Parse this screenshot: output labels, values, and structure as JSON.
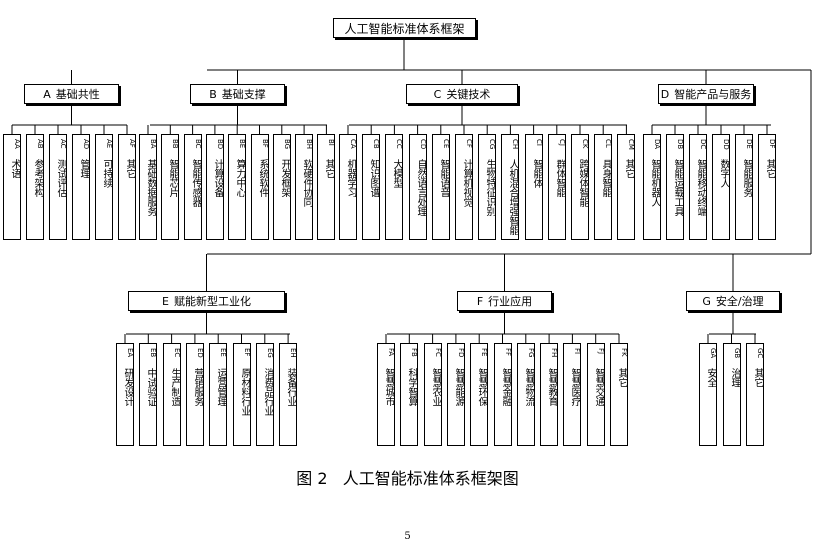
{
  "root": {
    "label": "人工智能标准体系框架"
  },
  "row1": [
    {
      "code": "A",
      "label": "基础共性",
      "children": [
        {
          "code": "AA",
          "label": "术语"
        },
        {
          "code": "AB",
          "label": "参考架构"
        },
        {
          "code": "AC",
          "label": "测试评估"
        },
        {
          "code": "AD",
          "label": "管理"
        },
        {
          "code": "AE",
          "label": "可持续"
        },
        {
          "code": "AF",
          "label": "其它"
        }
      ]
    },
    {
      "code": "B",
      "label": "基础支撑",
      "children": [
        {
          "code": "BA",
          "label": "基础数据服务"
        },
        {
          "code": "BB",
          "label": "智能芯片"
        },
        {
          "code": "BC",
          "label": "智能传感器"
        },
        {
          "code": "BD",
          "label": "计算设备"
        },
        {
          "code": "BE",
          "label": "算力中心"
        },
        {
          "code": "BF",
          "label": "系统软件"
        },
        {
          "code": "BG",
          "label": "开发框架"
        },
        {
          "code": "BH",
          "label": "软硬件协同"
        },
        {
          "code": "BI",
          "label": "其它"
        }
      ]
    },
    {
      "code": "C",
      "label": "关键技术",
      "children": [
        {
          "code": "CA",
          "label": "机器学习"
        },
        {
          "code": "CB",
          "label": "知识图谱"
        },
        {
          "code": "CC",
          "label": "大模型"
        },
        {
          "code": "CD",
          "label": "自然语言处理"
        },
        {
          "code": "CE",
          "label": "智能语音"
        },
        {
          "code": "CF",
          "label": "计算机视觉"
        },
        {
          "code": "CG",
          "label": "生物特征识别"
        },
        {
          "code": "CH",
          "label": "人机混合增强智能"
        },
        {
          "code": "CI",
          "label": "智能体"
        },
        {
          "code": "CJ",
          "label": "群体智能"
        },
        {
          "code": "CK",
          "label": "跨媒体智能"
        },
        {
          "code": "CL",
          "label": "具身智能"
        },
        {
          "code": "CM",
          "label": "其它"
        }
      ]
    },
    {
      "code": "D",
      "label": "智能产品与服务",
      "children": [
        {
          "code": "DA",
          "label": "智能机器人"
        },
        {
          "code": "DB",
          "label": "智能运载工具"
        },
        {
          "code": "DC",
          "label": "智能移动终端"
        },
        {
          "code": "DD",
          "label": "数字人"
        },
        {
          "code": "DE",
          "label": "智能服务"
        },
        {
          "code": "DF",
          "label": "其它"
        }
      ]
    }
  ],
  "row2": [
    {
      "code": "E",
      "label": "赋能新型工业化",
      "children": [
        {
          "code": "EA",
          "label": "研发设计"
        },
        {
          "code": "EB",
          "label": "中试验证"
        },
        {
          "code": "EC",
          "label": "生产制造"
        },
        {
          "code": "ED",
          "label": "营销服务"
        },
        {
          "code": "EE",
          "label": "运营管理"
        },
        {
          "code": "EF",
          "label": "原材料行业"
        },
        {
          "code": "EG",
          "label": "消费品行业"
        },
        {
          "code": "EH",
          "label": "装备行业"
        }
      ]
    },
    {
      "code": "F",
      "label": "行业应用",
      "children": [
        {
          "code": "FA",
          "label": "智慧城市"
        },
        {
          "code": "FB",
          "label": "科学智算"
        },
        {
          "code": "FC",
          "label": "智慧农业"
        },
        {
          "code": "FD",
          "label": "智慧能源"
        },
        {
          "code": "FE",
          "label": "智慧环保"
        },
        {
          "code": "FF",
          "label": "智慧金融"
        },
        {
          "code": "FG",
          "label": "智慧物流"
        },
        {
          "code": "FH",
          "label": "智慧教育"
        },
        {
          "code": "FI",
          "label": "智慧医疗"
        },
        {
          "code": "FJ",
          "label": "智慧交通"
        },
        {
          "code": "FK",
          "label": "其它"
        }
      ]
    },
    {
      "code": "G",
      "label": "安全/治理",
      "children": [
        {
          "code": "GA",
          "label": "安全"
        },
        {
          "code": "GB",
          "label": "治理"
        },
        {
          "code": "GC",
          "label": "其它"
        }
      ]
    }
  ],
  "caption": "图 2   人工智能标准体系框架图",
  "page_number": "5"
}
